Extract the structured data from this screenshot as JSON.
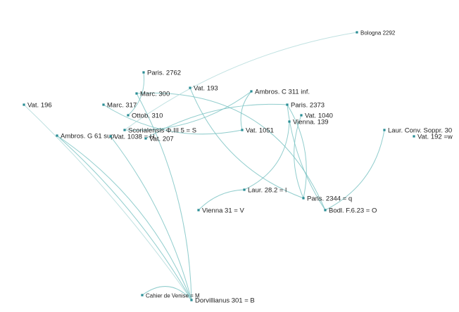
{
  "colors": {
    "node": "#2a8d94",
    "edge": "#7ec4c4",
    "background": "#ffffff"
  },
  "nodes": [
    {
      "id": "bologna",
      "label": "Bologna 2292",
      "small": true
    },
    {
      "id": "paris2762",
      "label": "Paris. 2762"
    },
    {
      "id": "vat193",
      "label": "Vat. 193"
    },
    {
      "id": "ambrosC",
      "label": "Ambros. C 311 inf."
    },
    {
      "id": "marc300",
      "label": "Marc. 300"
    },
    {
      "id": "vat196",
      "label": "Vat. 196"
    },
    {
      "id": "marc317",
      "label": "Marc. 317"
    },
    {
      "id": "paris2373",
      "label": "Paris. 2373"
    },
    {
      "id": "ottob310",
      "label": "Ottob. 310"
    },
    {
      "id": "vat1040",
      "label": "Vat. 1040"
    },
    {
      "id": "vienna139",
      "label": "Vienna. 139"
    },
    {
      "id": "scorial",
      "label": "Scorialensis Φ.III 5 = S"
    },
    {
      "id": "vat1051",
      "label": "Vat. 1051"
    },
    {
      "id": "laurconv",
      "label": "Laur. Conv. Soppr. 30"
    },
    {
      "id": "ambrosG",
      "label": "Ambros. G 61 sup."
    },
    {
      "id": "vat1038",
      "label": "Vat. 1038 = H"
    },
    {
      "id": "vat207",
      "label": "Vat. 207"
    },
    {
      "id": "vat192",
      "label": "Vat. 192 =w"
    },
    {
      "id": "laur28",
      "label": "Laur. 28.2 = l"
    },
    {
      "id": "paris2344",
      "label": "Paris. 2344 = q"
    },
    {
      "id": "vienna31",
      "label": "Vienna 31 = V"
    },
    {
      "id": "bodl",
      "label": "Bodl. F.6.23 = O"
    },
    {
      "id": "cahier",
      "label": "Cahier de Venise = M",
      "small": true
    },
    {
      "id": "dorvill",
      "label": "Dorvillianus 301 = B"
    }
  ],
  "edges": [
    {
      "from": "paris2762",
      "to": "ottob310"
    },
    {
      "from": "marc300",
      "to": "bodl"
    },
    {
      "from": "marc300",
      "to": "dorvill"
    },
    {
      "from": "marc317",
      "to": "vat1051"
    },
    {
      "from": "vat193",
      "to": "paris2344"
    },
    {
      "from": "ambrosC",
      "to": "vat1051"
    },
    {
      "from": "ambrosC",
      "to": "scorial"
    },
    {
      "from": "paris2373",
      "to": "vat207"
    },
    {
      "from": "paris2373",
      "to": "paris2344"
    },
    {
      "from": "paris2373",
      "to": "bodl"
    },
    {
      "from": "vat1040",
      "to": "paris2344"
    },
    {
      "from": "vienna139",
      "to": "laur28"
    },
    {
      "from": "laurconv",
      "to": "bodl"
    },
    {
      "from": "laur28",
      "to": "vienna31"
    },
    {
      "from": "ambrosG",
      "to": "dorvill"
    },
    {
      "from": "ambrosG",
      "to": "dorvill"
    },
    {
      "from": "vat1038",
      "to": "dorvill"
    },
    {
      "from": "cahier",
      "to": "dorvill"
    },
    {
      "from": "vat196",
      "to": "dorvill",
      "faint": true
    },
    {
      "from": "bologna",
      "to": "scorial",
      "faint": true
    }
  ]
}
